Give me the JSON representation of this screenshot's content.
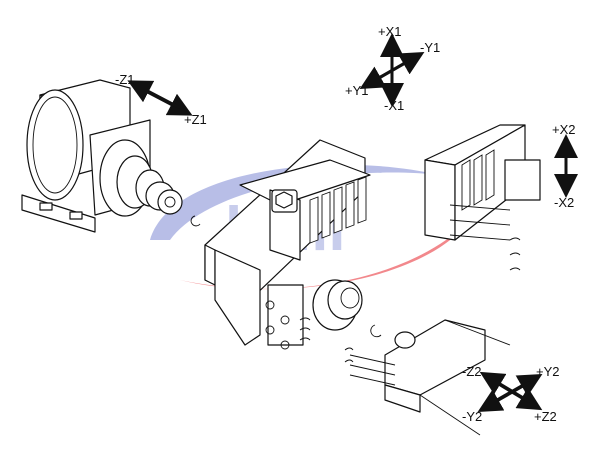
{
  "axes": {
    "x1_plus": "+X1",
    "y1_minus": "-Y1",
    "y1_plus": "+Y1",
    "x1_minus": "-X1",
    "z1_minus": "-Z1",
    "z1_plus": "+Z1",
    "x2_plus": "+X2",
    "x2_minus": "-X2",
    "z2_minus": "-Z2",
    "y2_plus": "+Y2",
    "y2_minus": "-Y2",
    "z2_plus": "+Z2"
  },
  "watermark": {
    "text": "kaili"
  },
  "colors": {
    "line": "#111111",
    "watermark_blue": "#8f98d8",
    "watermark_red": "#e8262e"
  }
}
